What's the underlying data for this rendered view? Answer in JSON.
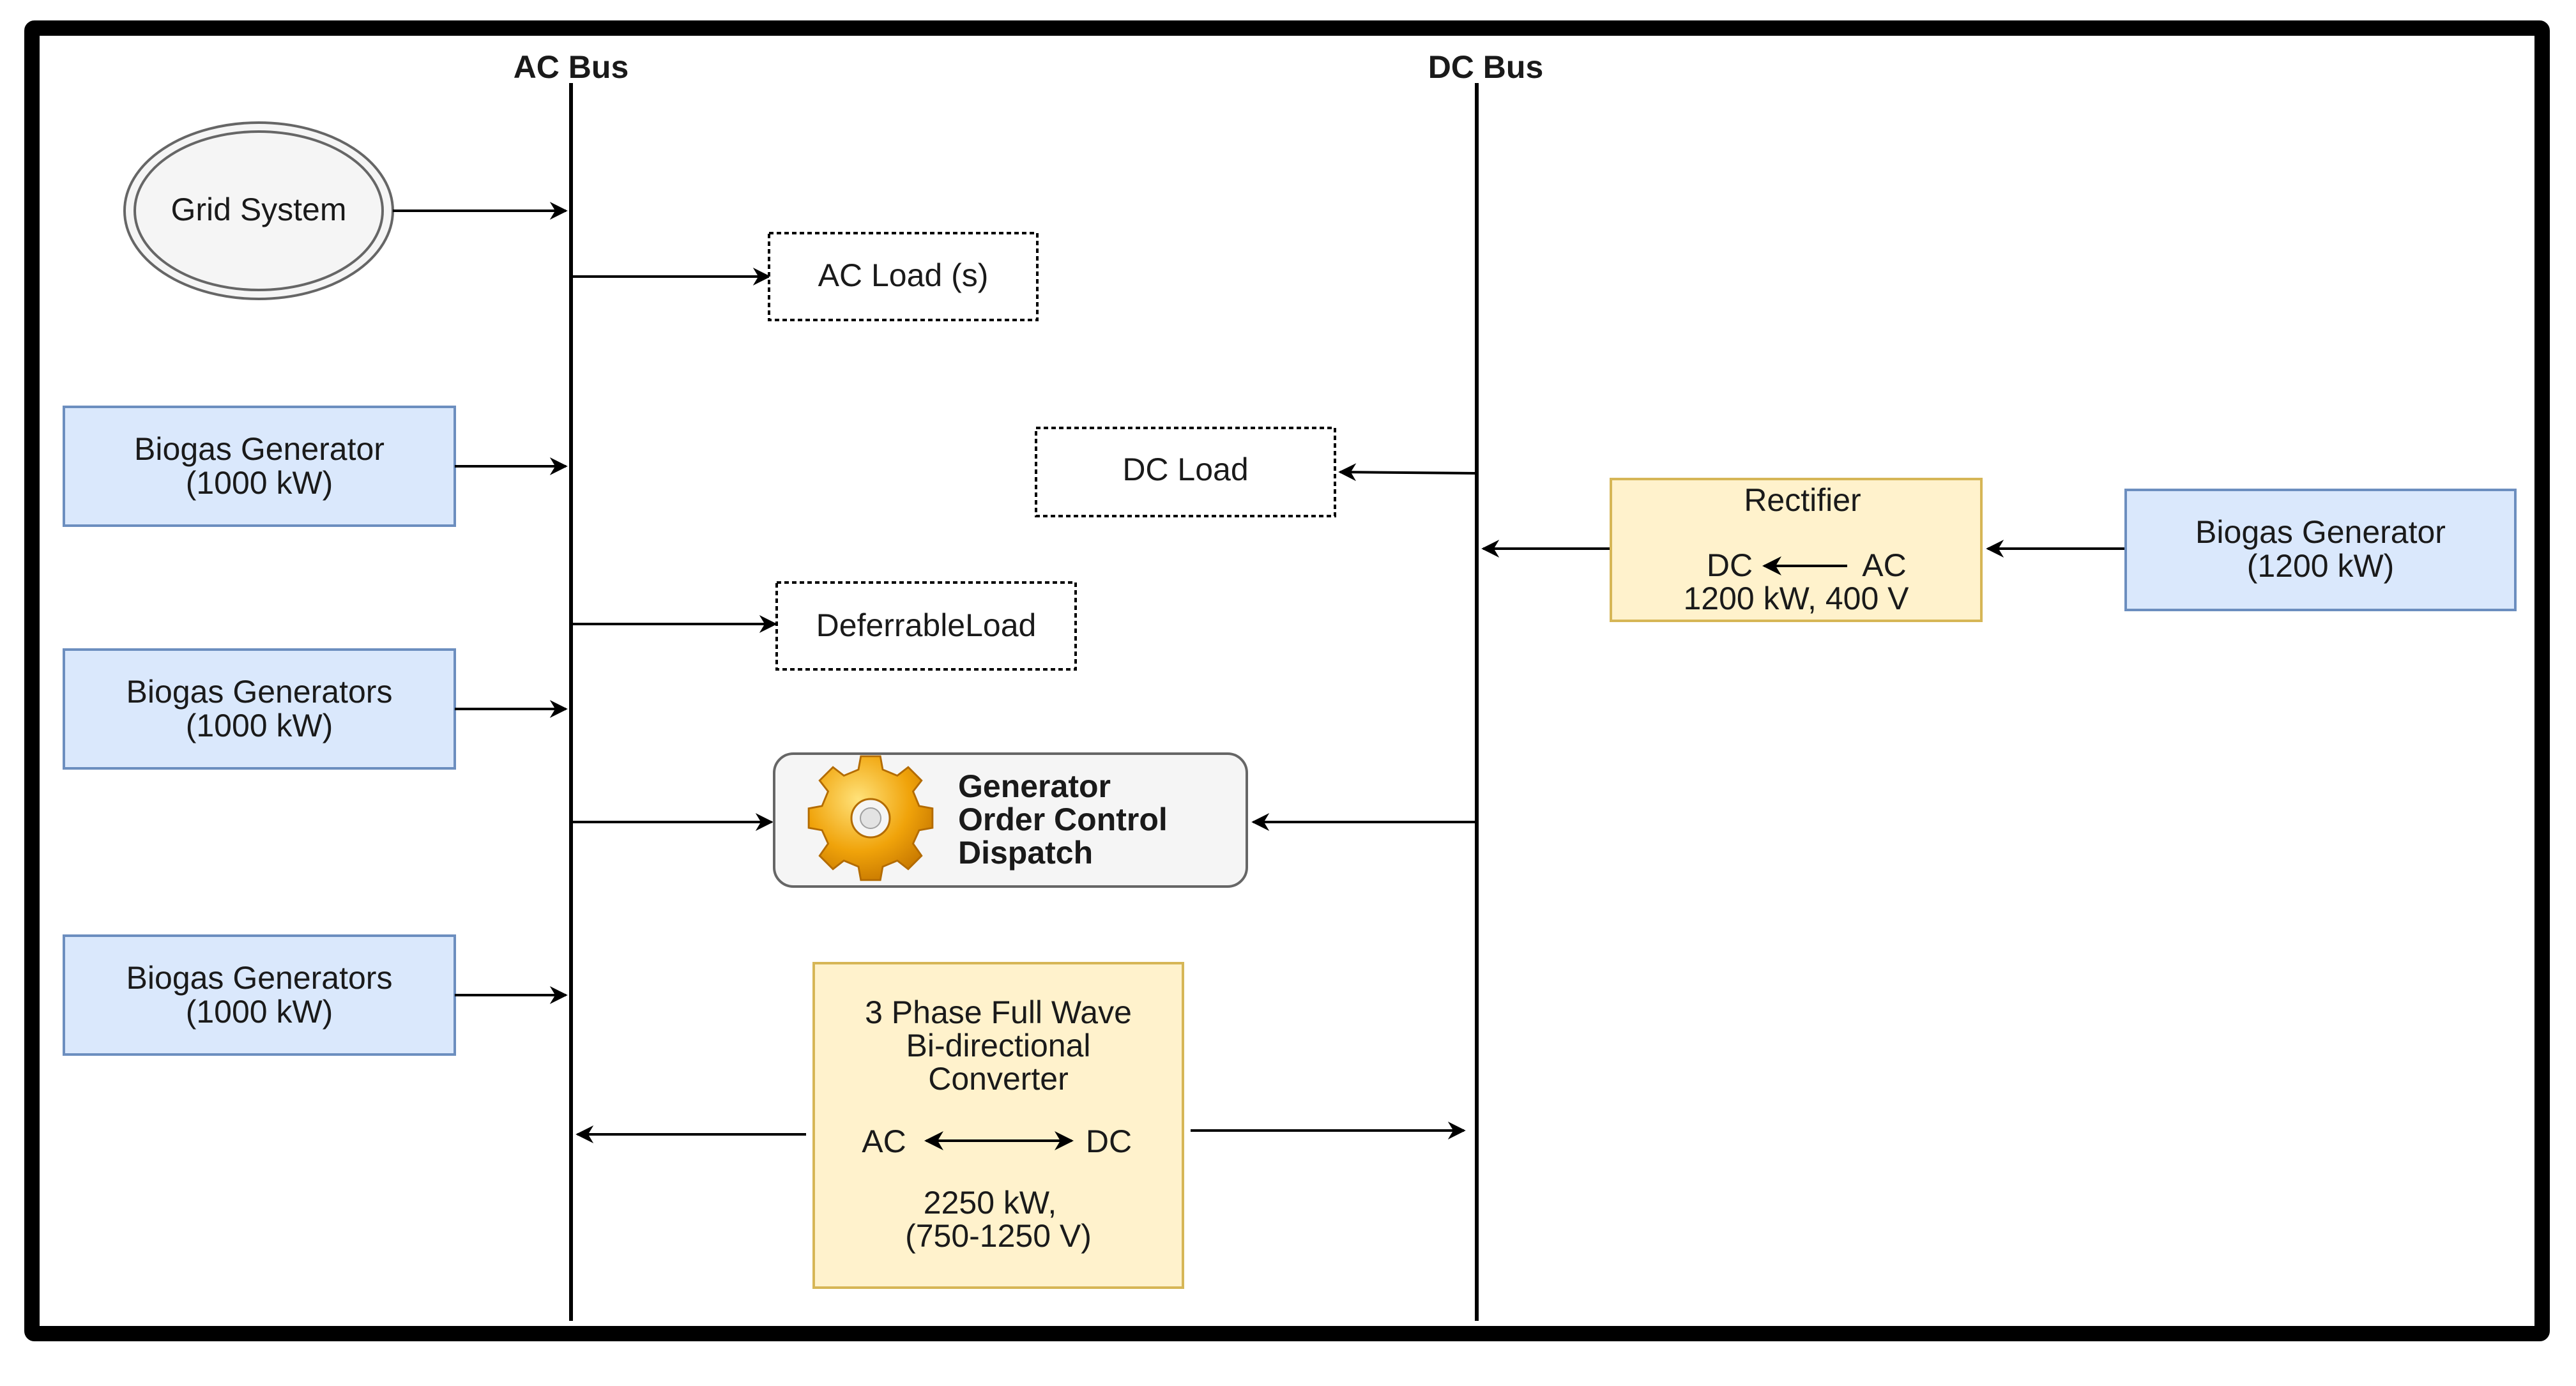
{
  "buses": {
    "ac": "AC Bus",
    "dc": "DC Bus"
  },
  "grid": {
    "label": "Grid System"
  },
  "generators": [
    {
      "name": "Biogas Generator",
      "rating": "(1000 kW)"
    },
    {
      "name": "Biogas Generators",
      "rating": "(1000 kW)"
    },
    {
      "name": "Biogas Generators",
      "rating": "(1000 kW)"
    }
  ],
  "dc_generator": {
    "name": "Biogas Generator",
    "rating": "(1200 kW)"
  },
  "loads": {
    "ac": "AC Load (s)",
    "dc": "DC Load",
    "deferrable": "DeferrableLoad"
  },
  "controller": {
    "lines": [
      "Generator",
      "Order Control",
      "Dispatch"
    ],
    "icon": "gear-icon"
  },
  "rectifier": {
    "title": "Rectifier",
    "dc": "DC",
    "ac": "AC",
    "rating": "1200 kW, 400 V"
  },
  "converter": {
    "lines": [
      "3 Phase Full Wave",
      "Bi-directional",
      "Converter"
    ],
    "ac": "AC",
    "dc": "DC",
    "rating_power": "2250 kW,",
    "rating_voltage": "(750-1250 V)"
  },
  "colors": {
    "generator_fill": "#dae8fc",
    "generator_stroke": "#6c8ebf",
    "converter_fill": "#fff2cc",
    "converter_stroke": "#d6b656",
    "gear": "#f0a30a"
  }
}
